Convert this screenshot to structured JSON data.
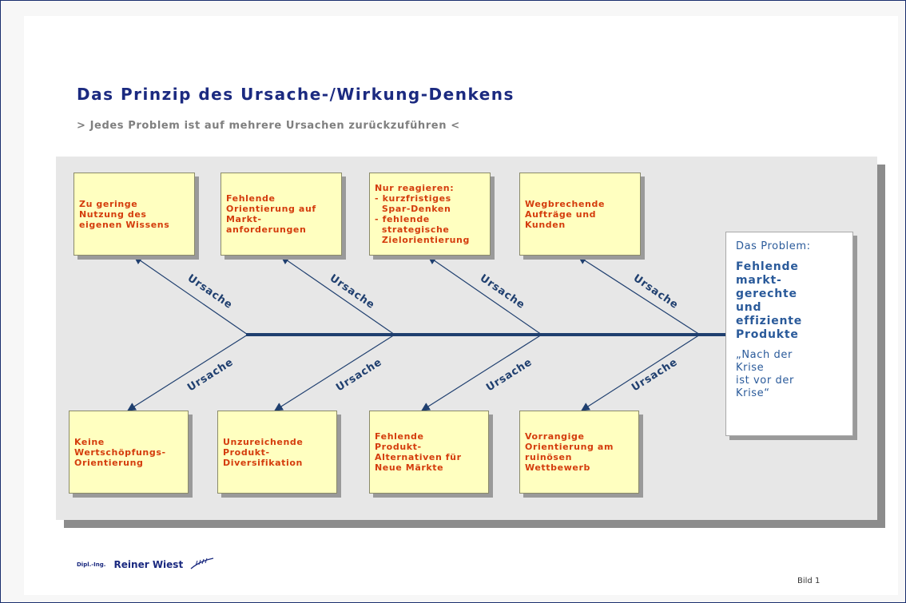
{
  "title": "Das Prinzip des Ursache-/Wirkung-Denkens",
  "subtitle": "> Jedes Problem ist auf mehrere Ursachen zurückzuführen <",
  "branch_label": "Ursache",
  "causes_top": [
    "Zu geringe\nNutzung des\neigenen Wissens",
    "Fehlende\nOrientierung auf\nMarkt-\nanforderungen",
    "Nur reagieren:\n- kurzfristiges\n  Spar-Denken\n- fehlende\n  strategische\n  Zielorientierung",
    "Wegbrechende\nAufträge und\nKunden"
  ],
  "causes_bottom": [
    "Keine\nWertschöpfungs-\nOrientierung",
    "Unzureichende\nProdukt-\nDiversifikation",
    "Fehlende\nProdukt-\nAlternativen für\nNeue Märkte",
    "Vorrangige\nOrientierung am\nruinösen\nWettbewerb"
  ],
  "problem": {
    "heading": "Das Problem:",
    "main": "Fehlende\nmarkt-\ngerechte\nund\neffiziente\nProdukte",
    "quote": "„Nach der\nKrise\nist vor der\nKrise“"
  },
  "footer": {
    "dipl": "Dipl.-Ing.",
    "name": "Reiner Wiest",
    "page": "Bild 1"
  },
  "colors": {
    "title": "#1b2a80",
    "cause_text": "#d43c0c",
    "cause_fill": "#ffffc0",
    "spine": "#1f3f6f",
    "problem_text": "#2a5a9a"
  }
}
